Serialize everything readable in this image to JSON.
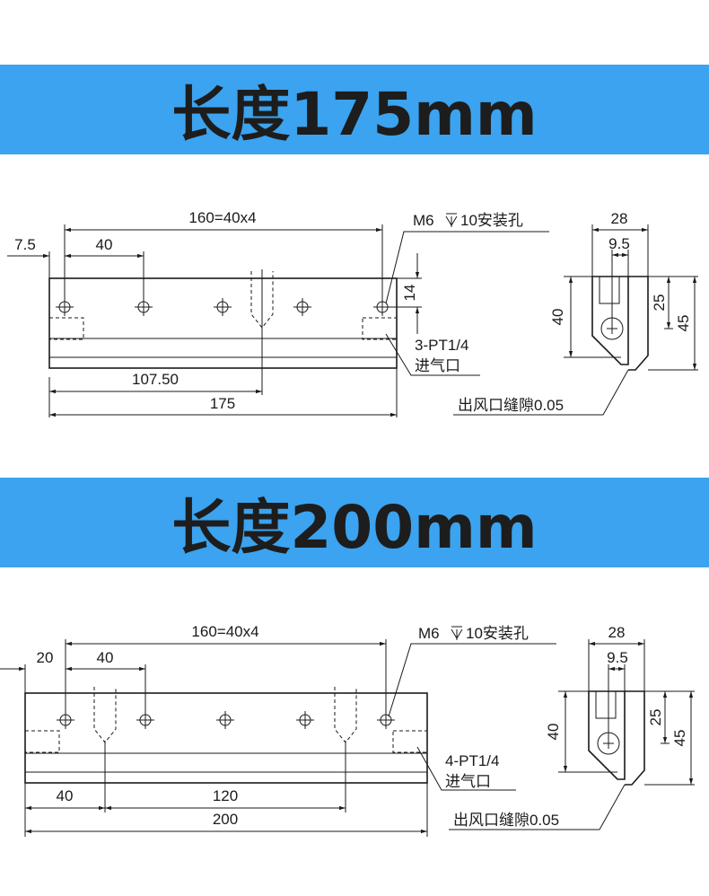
{
  "banners": [
    {
      "title": "长度175mm"
    },
    {
      "title": "长度200mm"
    }
  ],
  "drawing1": {
    "dim_holes": "160=40x4",
    "dim_edge": "7.5",
    "dim_pitch": "40",
    "dim_height": "14",
    "dim_inlet_pos": "107.50",
    "dim_length": "175",
    "hole_callout": "M6",
    "hole_depth": "10安装孔",
    "inlet_count": "3-PT1/4",
    "inlet_label": "进气口",
    "side_width": "28",
    "side_offset": "9.5",
    "side_h40": "40",
    "side_h25": "25",
    "side_h45": "45",
    "outlet_gap": "出风口缝隙0.05"
  },
  "drawing2": {
    "dim_holes": "160=40x4",
    "dim_edge": "20",
    "dim_pitch": "40",
    "dim_inlet_left": "40",
    "dim_inlet_span": "120",
    "dim_length": "200",
    "hole_callout": "M6",
    "hole_depth": "10安装孔",
    "inlet_count": "4-PT1/4",
    "inlet_label": "进气口",
    "side_width": "28",
    "side_offset": "9.5",
    "side_h40": "40",
    "side_h25": "25",
    "side_h45": "45",
    "outlet_gap": "出风口缝隙0.05"
  }
}
